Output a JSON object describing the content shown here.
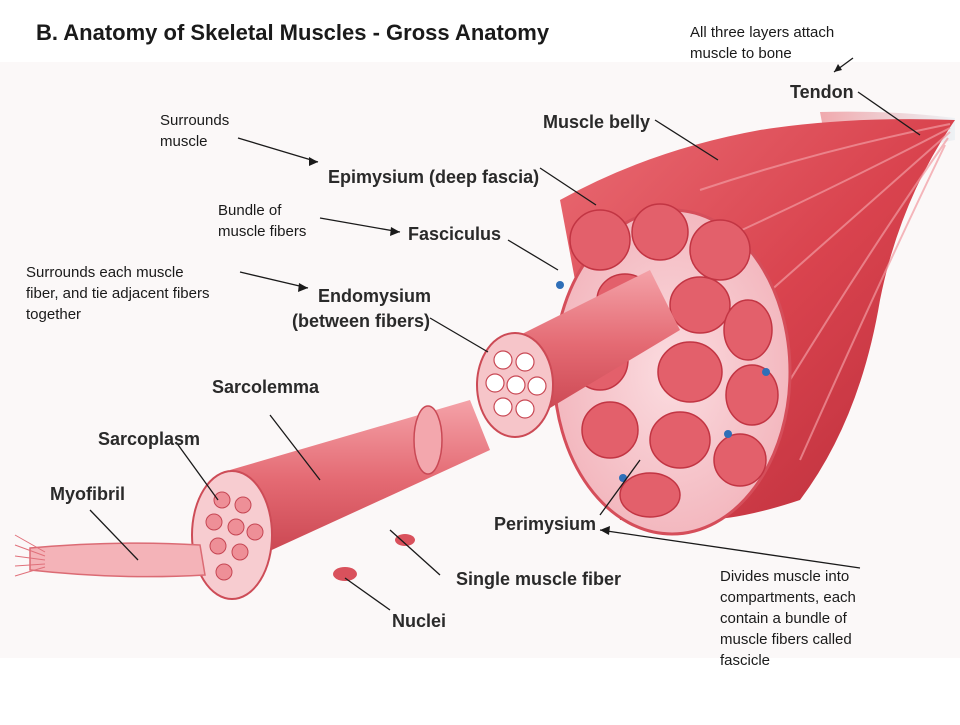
{
  "title": "B. Anatomy of Skeletal Muscles - Gross Anatomy",
  "annotations": {
    "layers": [
      "All three layers attach",
      "muscle to bone"
    ],
    "surrounds_muscle": [
      "Surrounds",
      "muscle"
    ],
    "bundle": [
      "Bundle of",
      "muscle fibers"
    ],
    "surrounds_fiber": [
      "Surrounds each muscle",
      "fiber, and tie adjacent fibers",
      "together"
    ],
    "divides": [
      "Divides muscle into",
      "compartments, each",
      "contain a bundle of",
      "muscle fibers called",
      "fascicle"
    ]
  },
  "labels": {
    "tendon": "Tendon",
    "muscle_belly": "Muscle belly",
    "epimysium": "Epimysium (deep fascia)",
    "fasciculus": "Fasciculus",
    "endomysium_1": "Endomysium",
    "endomysium_2": "(between fibers)",
    "sarcolemma": "Sarcolemma",
    "sarcoplasm": "Sarcoplasm",
    "myofibril": "Myofibril",
    "perimysium": "Perimysium",
    "single_fiber": "Single muscle fiber",
    "nuclei": "Nuclei"
  }
}
